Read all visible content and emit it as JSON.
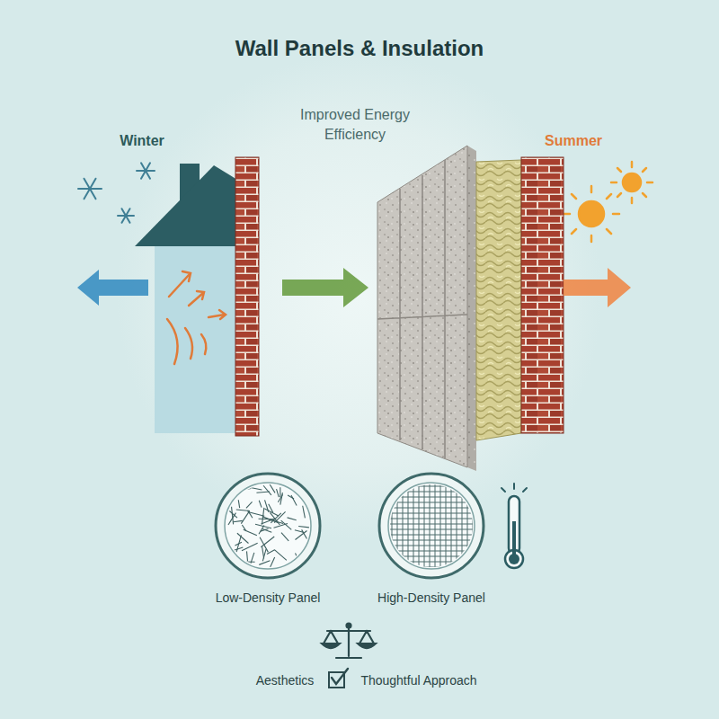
{
  "diagram": {
    "title": "Wall Panels & Insulation",
    "nodes": [
      {
        "text": [
          "Low-Density Panel"
        ]
      },
      {
        "text": [
          "High-Density Panel"
        ]
      }
    ],
    "labels": [
      "Improved Energy Efficiency",
      "Winter",
      "Summer",
      "Aesthetics",
      "Thoughtful Approach"
    ]
  }
}
